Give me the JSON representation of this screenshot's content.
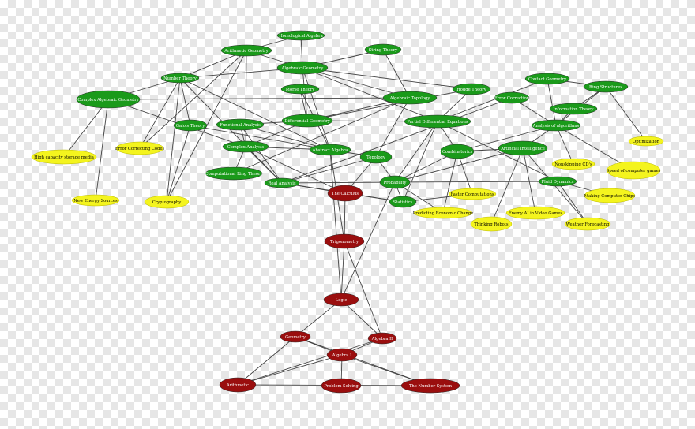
{
  "colors": {
    "advanced": "#1a9a1a",
    "foundation": "#9a0e0e",
    "application": "#f4f41e",
    "edge": "#444444"
  },
  "nodes": [
    {
      "id": "homological",
      "label": "Homological Algebra",
      "type": "advanced"
    },
    {
      "id": "arithgeo",
      "label": "Arithmetic Geometry",
      "type": "advanced"
    },
    {
      "id": "string",
      "label": "String Theory",
      "type": "advanced"
    },
    {
      "id": "alggeo",
      "label": "Algebraic Geometry",
      "type": "advanced"
    },
    {
      "id": "numtheory",
      "label": "Number Theory",
      "type": "advanced"
    },
    {
      "id": "contact",
      "label": "Contact Geometry",
      "type": "advanced"
    },
    {
      "id": "ringstruct",
      "label": "Ring Structures",
      "type": "advanced"
    },
    {
      "id": "morse",
      "label": "Morse Theory",
      "type": "advanced"
    },
    {
      "id": "hodge",
      "label": "Hodge Theory",
      "type": "advanced"
    },
    {
      "id": "complexalg",
      "label": "Complex Algebraic Geometry",
      "type": "advanced"
    },
    {
      "id": "algtop",
      "label": "Algebraic Topology",
      "type": "advanced"
    },
    {
      "id": "errcorr",
      "label": "Error Correction",
      "type": "advanced"
    },
    {
      "id": "infotheory",
      "label": "Information Theory",
      "type": "advanced"
    },
    {
      "id": "diffgeo",
      "label": "Differential Geometry",
      "type": "advanced"
    },
    {
      "id": "galois",
      "label": "Galois Theory",
      "type": "advanced"
    },
    {
      "id": "funcanal",
      "label": "Functional Analysis",
      "type": "advanced"
    },
    {
      "id": "pde",
      "label": "Partial Differential Equations",
      "type": "advanced"
    },
    {
      "id": "analgo",
      "label": "Analysis of algorithms",
      "type": "advanced"
    },
    {
      "id": "optim",
      "label": "Optimization",
      "type": "application"
    },
    {
      "id": "complexanal",
      "label": "Complex Analysis",
      "type": "advanced"
    },
    {
      "id": "absalg",
      "label": "Abstract Algebra",
      "type": "advanced"
    },
    {
      "id": "combin",
      "label": "Combinatorics",
      "type": "advanced"
    },
    {
      "id": "ai",
      "label": "Artificial Intelligence",
      "type": "advanced"
    },
    {
      "id": "highcap",
      "label": "High capacity storage media",
      "type": "application"
    },
    {
      "id": "errcodes",
      "label": "Error Correcting Codes",
      "type": "application"
    },
    {
      "id": "topology",
      "label": "Topology",
      "type": "advanced"
    },
    {
      "id": "nonskip",
      "label": "Nonskipping CD's",
      "type": "application"
    },
    {
      "id": "speed",
      "label": "Speed of computer games",
      "type": "application"
    },
    {
      "id": "compring",
      "label": "Computational Ring Theory",
      "type": "advanced"
    },
    {
      "id": "realanal",
      "label": "Real Analysis",
      "type": "advanced"
    },
    {
      "id": "prob",
      "label": "Probability",
      "type": "advanced"
    },
    {
      "id": "fluid",
      "label": "Fluid Dynamics",
      "type": "advanced"
    },
    {
      "id": "calculus",
      "label": "The Calculus",
      "type": "foundation"
    },
    {
      "id": "fastercomp",
      "label": "Faster Computations",
      "type": "application"
    },
    {
      "id": "chips",
      "label": "Making Computer Chips",
      "type": "application"
    },
    {
      "id": "newenergy",
      "label": "New Energy Sources",
      "type": "application"
    },
    {
      "id": "crypto",
      "label": "Cryptography",
      "type": "application"
    },
    {
      "id": "stats",
      "label": "Statistics",
      "type": "advanced"
    },
    {
      "id": "predecon",
      "label": "Predicting Economic Change",
      "type": "application"
    },
    {
      "id": "enemyai",
      "label": "Enemy AI in Video Games",
      "type": "application"
    },
    {
      "id": "thinkrob",
      "label": "Thinking Robots",
      "type": "application"
    },
    {
      "id": "weather",
      "label": "Weather Forecasting",
      "type": "application"
    },
    {
      "id": "trig",
      "label": "Trigonometry",
      "type": "foundation"
    },
    {
      "id": "logic",
      "label": "Logic",
      "type": "foundation"
    },
    {
      "id": "geometry",
      "label": "Geometry",
      "type": "foundation"
    },
    {
      "id": "alg2",
      "label": "Algebra II",
      "type": "foundation"
    },
    {
      "id": "alg1",
      "label": "Algebra I",
      "type": "foundation"
    },
    {
      "id": "arith",
      "label": "Arithmetic",
      "type": "foundation"
    },
    {
      "id": "probsolve",
      "label": "Problem Solving",
      "type": "foundation"
    },
    {
      "id": "numsys",
      "label": "The Number System",
      "type": "foundation"
    }
  ],
  "edges": [
    [
      "homological",
      "arithgeo"
    ],
    [
      "homological",
      "alggeo"
    ],
    [
      "arithgeo",
      "numtheory"
    ],
    [
      "arithgeo",
      "alggeo"
    ],
    [
      "arithgeo",
      "errcodes"
    ],
    [
      "arithgeo",
      "crypto"
    ],
    [
      "arithgeo",
      "complexanal"
    ],
    [
      "string",
      "alggeo"
    ],
    [
      "string",
      "algtop"
    ],
    [
      "alggeo",
      "numtheory"
    ],
    [
      "alggeo",
      "hodge"
    ],
    [
      "alggeo",
      "algtop"
    ],
    [
      "alggeo",
      "diffgeo"
    ],
    [
      "alggeo",
      "absalg"
    ],
    [
      "alggeo",
      "pde"
    ],
    [
      "numtheory",
      "complexalg"
    ],
    [
      "numtheory",
      "galois"
    ],
    [
      "numtheory",
      "crypto"
    ],
    [
      "numtheory",
      "errcodes"
    ],
    [
      "numtheory",
      "absalg"
    ],
    [
      "numtheory",
      "realanal"
    ],
    [
      "complexalg",
      "highcap"
    ],
    [
      "complexalg",
      "newenergy"
    ],
    [
      "complexalg",
      "algtop"
    ],
    [
      "complexalg",
      "complexanal"
    ],
    [
      "contact",
      "ringstruct"
    ],
    [
      "contact",
      "pde"
    ],
    [
      "contact",
      "analgo"
    ],
    [
      "ringstruct",
      "optim"
    ],
    [
      "ringstruct",
      "infotheory"
    ],
    [
      "ringstruct",
      "analgo"
    ],
    [
      "morse",
      "diffgeo"
    ],
    [
      "morse",
      "absalg"
    ],
    [
      "hodge",
      "pde"
    ],
    [
      "hodge",
      "diffgeo"
    ],
    [
      "algtop",
      "topology"
    ],
    [
      "algtop",
      "diffgeo"
    ],
    [
      "algtop",
      "compring"
    ],
    [
      "errcorr",
      "analgo"
    ],
    [
      "errcorr",
      "realanal"
    ],
    [
      "infotheory",
      "analgo"
    ],
    [
      "diffgeo",
      "pde"
    ],
    [
      "diffgeo",
      "complexanal"
    ],
    [
      "diffgeo",
      "funcanal"
    ],
    [
      "galois",
      "crypto"
    ],
    [
      "galois",
      "absalg"
    ],
    [
      "funcanal",
      "realanal"
    ],
    [
      "funcanal",
      "complexanal"
    ],
    [
      "funcanal",
      "absalg"
    ],
    [
      "pde",
      "prob"
    ],
    [
      "pde",
      "stats"
    ],
    [
      "pde",
      "combin"
    ],
    [
      "pde",
      "fluid"
    ],
    [
      "analgo",
      "ai"
    ],
    [
      "analgo",
      "nonskip"
    ],
    [
      "analgo",
      "speed"
    ],
    [
      "analgo",
      "combin"
    ],
    [
      "complexanal",
      "realanal"
    ],
    [
      "complexanal",
      "calculus"
    ],
    [
      "complexanal",
      "absalg"
    ],
    [
      "complexanal",
      "compring"
    ],
    [
      "absalg",
      "topology"
    ],
    [
      "absalg",
      "trig"
    ],
    [
      "absalg",
      "logic"
    ],
    [
      "combin",
      "prob"
    ],
    [
      "combin",
      "fastercomp"
    ],
    [
      "combin",
      "predecon"
    ],
    [
      "combin",
      "ai"
    ],
    [
      "ai",
      "thinkrob"
    ],
    [
      "ai",
      "enemyai"
    ],
    [
      "ai",
      "weather"
    ],
    [
      "ai",
      "prob"
    ],
    [
      "topology",
      "calculus"
    ],
    [
      "topology",
      "realanal"
    ],
    [
      "topology",
      "prob"
    ],
    [
      "realanal",
      "calculus"
    ],
    [
      "realanal",
      "prob"
    ],
    [
      "realanal",
      "stats"
    ],
    [
      "prob",
      "stats"
    ],
    [
      "prob",
      "fluid"
    ],
    [
      "prob",
      "predecon"
    ],
    [
      "prob",
      "logic"
    ],
    [
      "fluid",
      "chips"
    ],
    [
      "fluid",
      "weather"
    ],
    [
      "calculus",
      "trig"
    ],
    [
      "calculus",
      "stats"
    ],
    [
      "stats",
      "fastercomp"
    ],
    [
      "trig",
      "logic"
    ],
    [
      "trig",
      "alg2"
    ],
    [
      "logic",
      "geometry"
    ],
    [
      "logic",
      "alg2"
    ],
    [
      "geometry",
      "alg1"
    ],
    [
      "geometry",
      "arith"
    ],
    [
      "geometry",
      "numsys"
    ],
    [
      "alg2",
      "alg1"
    ],
    [
      "alg2",
      "arith"
    ],
    [
      "alg1",
      "arith"
    ],
    [
      "alg1",
      "probsolve"
    ],
    [
      "alg1",
      "numsys"
    ],
    [
      "arith",
      "numsys"
    ]
  ]
}
